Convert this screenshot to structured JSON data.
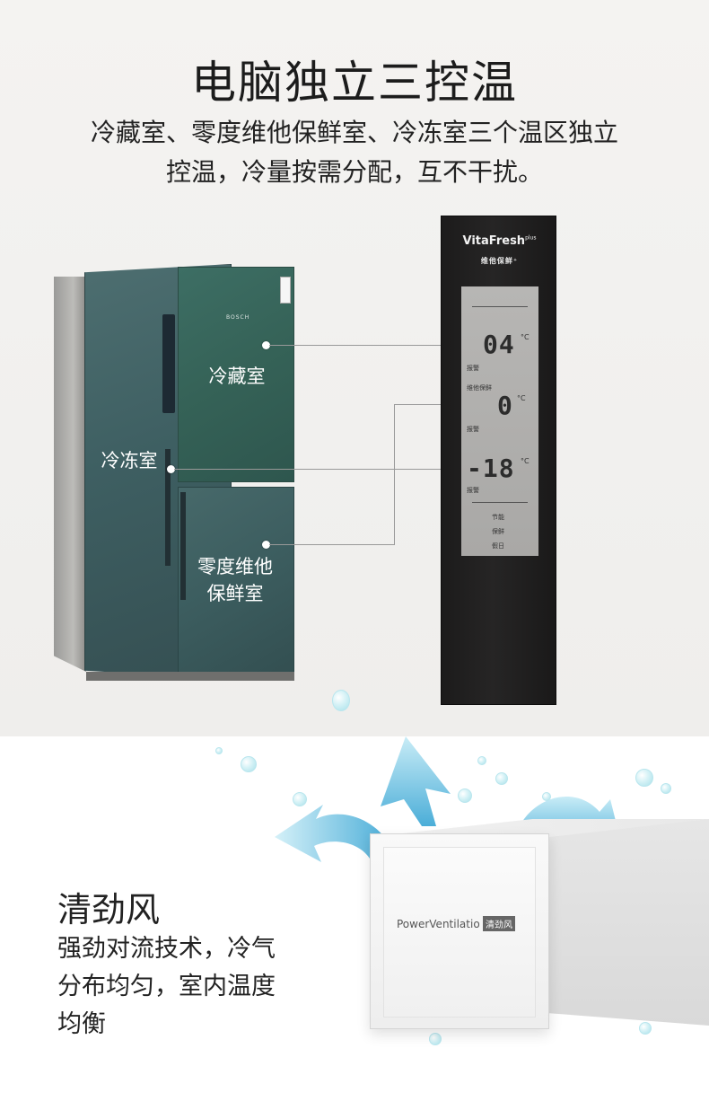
{
  "section1": {
    "title": "电脑独立三控温",
    "subtitle_line1": "冷藏室、零度维他保鲜室、冷冻室三个温区独立",
    "subtitle_line2": "控温，冷量按需分配，互不干扰。",
    "labels": {
      "fridge_zone": "冷藏室",
      "freezer_zone": "冷冻室",
      "zero_line1": "零度维他",
      "zero_line2": "保鲜室"
    },
    "fridge_logo": "BOSCH",
    "panel": {
      "brand": "VitaFresh",
      "brand_sup": "plus",
      "brand_sub": "维他保鲜⁺",
      "temp_fridge": "04",
      "temp_zero": "0",
      "temp_freezer": "-18",
      "unit": "°C",
      "alarm": "报警",
      "vita": "维他保鲜",
      "mode1": "节能",
      "mode2": "保鲜",
      "mode3": "假日"
    }
  },
  "section2": {
    "heading": "清劲风",
    "desc_line1": "强劲对流技术，冷气",
    "desc_line2": "分布均匀，室内温度",
    "desc_line3": "均衡",
    "product_label": "PowerVentilatio",
    "product_tag": "清劲风"
  },
  "colors": {
    "background_top": "#f3f2f0",
    "arrow_blue": "#6cc8e3",
    "fridge_green": "#3d6e64"
  }
}
